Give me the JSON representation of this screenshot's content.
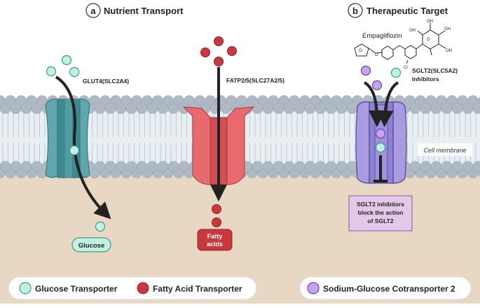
{
  "panels": {
    "a": {
      "letter": "a",
      "title": "Nutrient Transport"
    },
    "b": {
      "letter": "b",
      "title": "Therapeutic Target"
    }
  },
  "labels": {
    "glut4": "GLUT4(SLC2A4)",
    "fatp": "FATP2/5(SLC27A2/5)",
    "sglt2_line1": "SGLT2(SLC5A2)",
    "sglt2_line2": "Inhibitors",
    "drug": "Empagliflozin",
    "membrane": "Cell membrane",
    "glucose": "Glucose",
    "fatty_line1": "Fatty",
    "fatty_line2": "acids",
    "note_line1": "SGLT2 inhibitors",
    "note_line2": "block the action",
    "note_line3": "of SGLT2",
    "molecule_cl": "Cl",
    "molecule_oh1": "OH",
    "molecule_oh2": "OH",
    "molecule_oh3": "OH",
    "molecule_oh4": "OH",
    "molecule_o1": "O",
    "molecule_o2": "O",
    "molecule_o3": "O"
  },
  "legend": [
    {
      "label": "Glucose Transporter",
      "color": "#bfeee0"
    },
    {
      "label": "Fatty Acid Transporter",
      "color": "#c9383f"
    },
    {
      "label": "Sodium-Glucose Cotransporter 2",
      "color": "#c9a3f0"
    }
  ],
  "colors": {
    "cytoplasm": "#e8d7c3",
    "lipid_head": "#aeb9c4",
    "glut4": "#5fa6ad",
    "fatp": "#e86a6e",
    "sglt2": "#a99be0",
    "glucose": "#c4f0e2",
    "fatty_acid": "#c9383f",
    "inhibitor": "#c7a4ef"
  }
}
